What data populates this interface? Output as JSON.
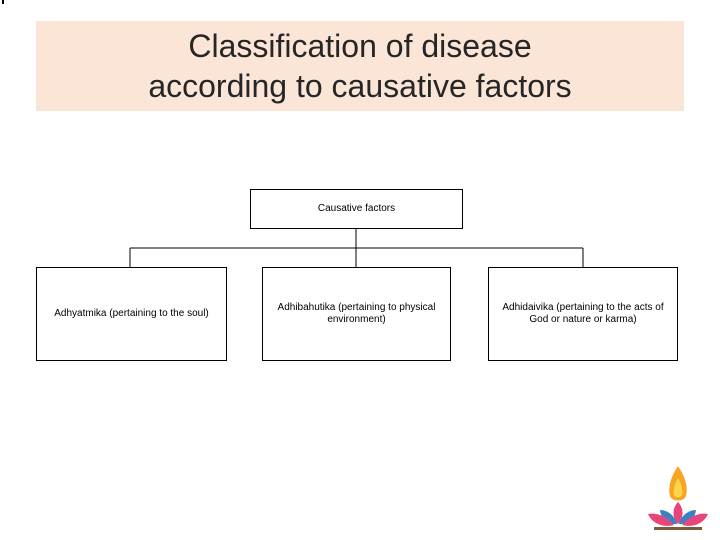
{
  "title": {
    "line1": "Classification of disease",
    "line2": "according to causative factors"
  },
  "diagram": {
    "root": "Causative factors",
    "children": [
      "Adhyatmika (pertaining to the soul)",
      "Adhibahutika (pertaining to physical environment)",
      "Adhidaivika (pertaining to the acts of God or nature or karma)"
    ]
  },
  "colors": {
    "title_band": "#fbe5d6",
    "flame_outer": "#f6a623",
    "flame_inner": "#fcd34d",
    "lotus_pink": "#e8457a",
    "lotus_blue": "#3b82c4"
  },
  "logo": {
    "icon": "lotus-lamp-logo"
  }
}
